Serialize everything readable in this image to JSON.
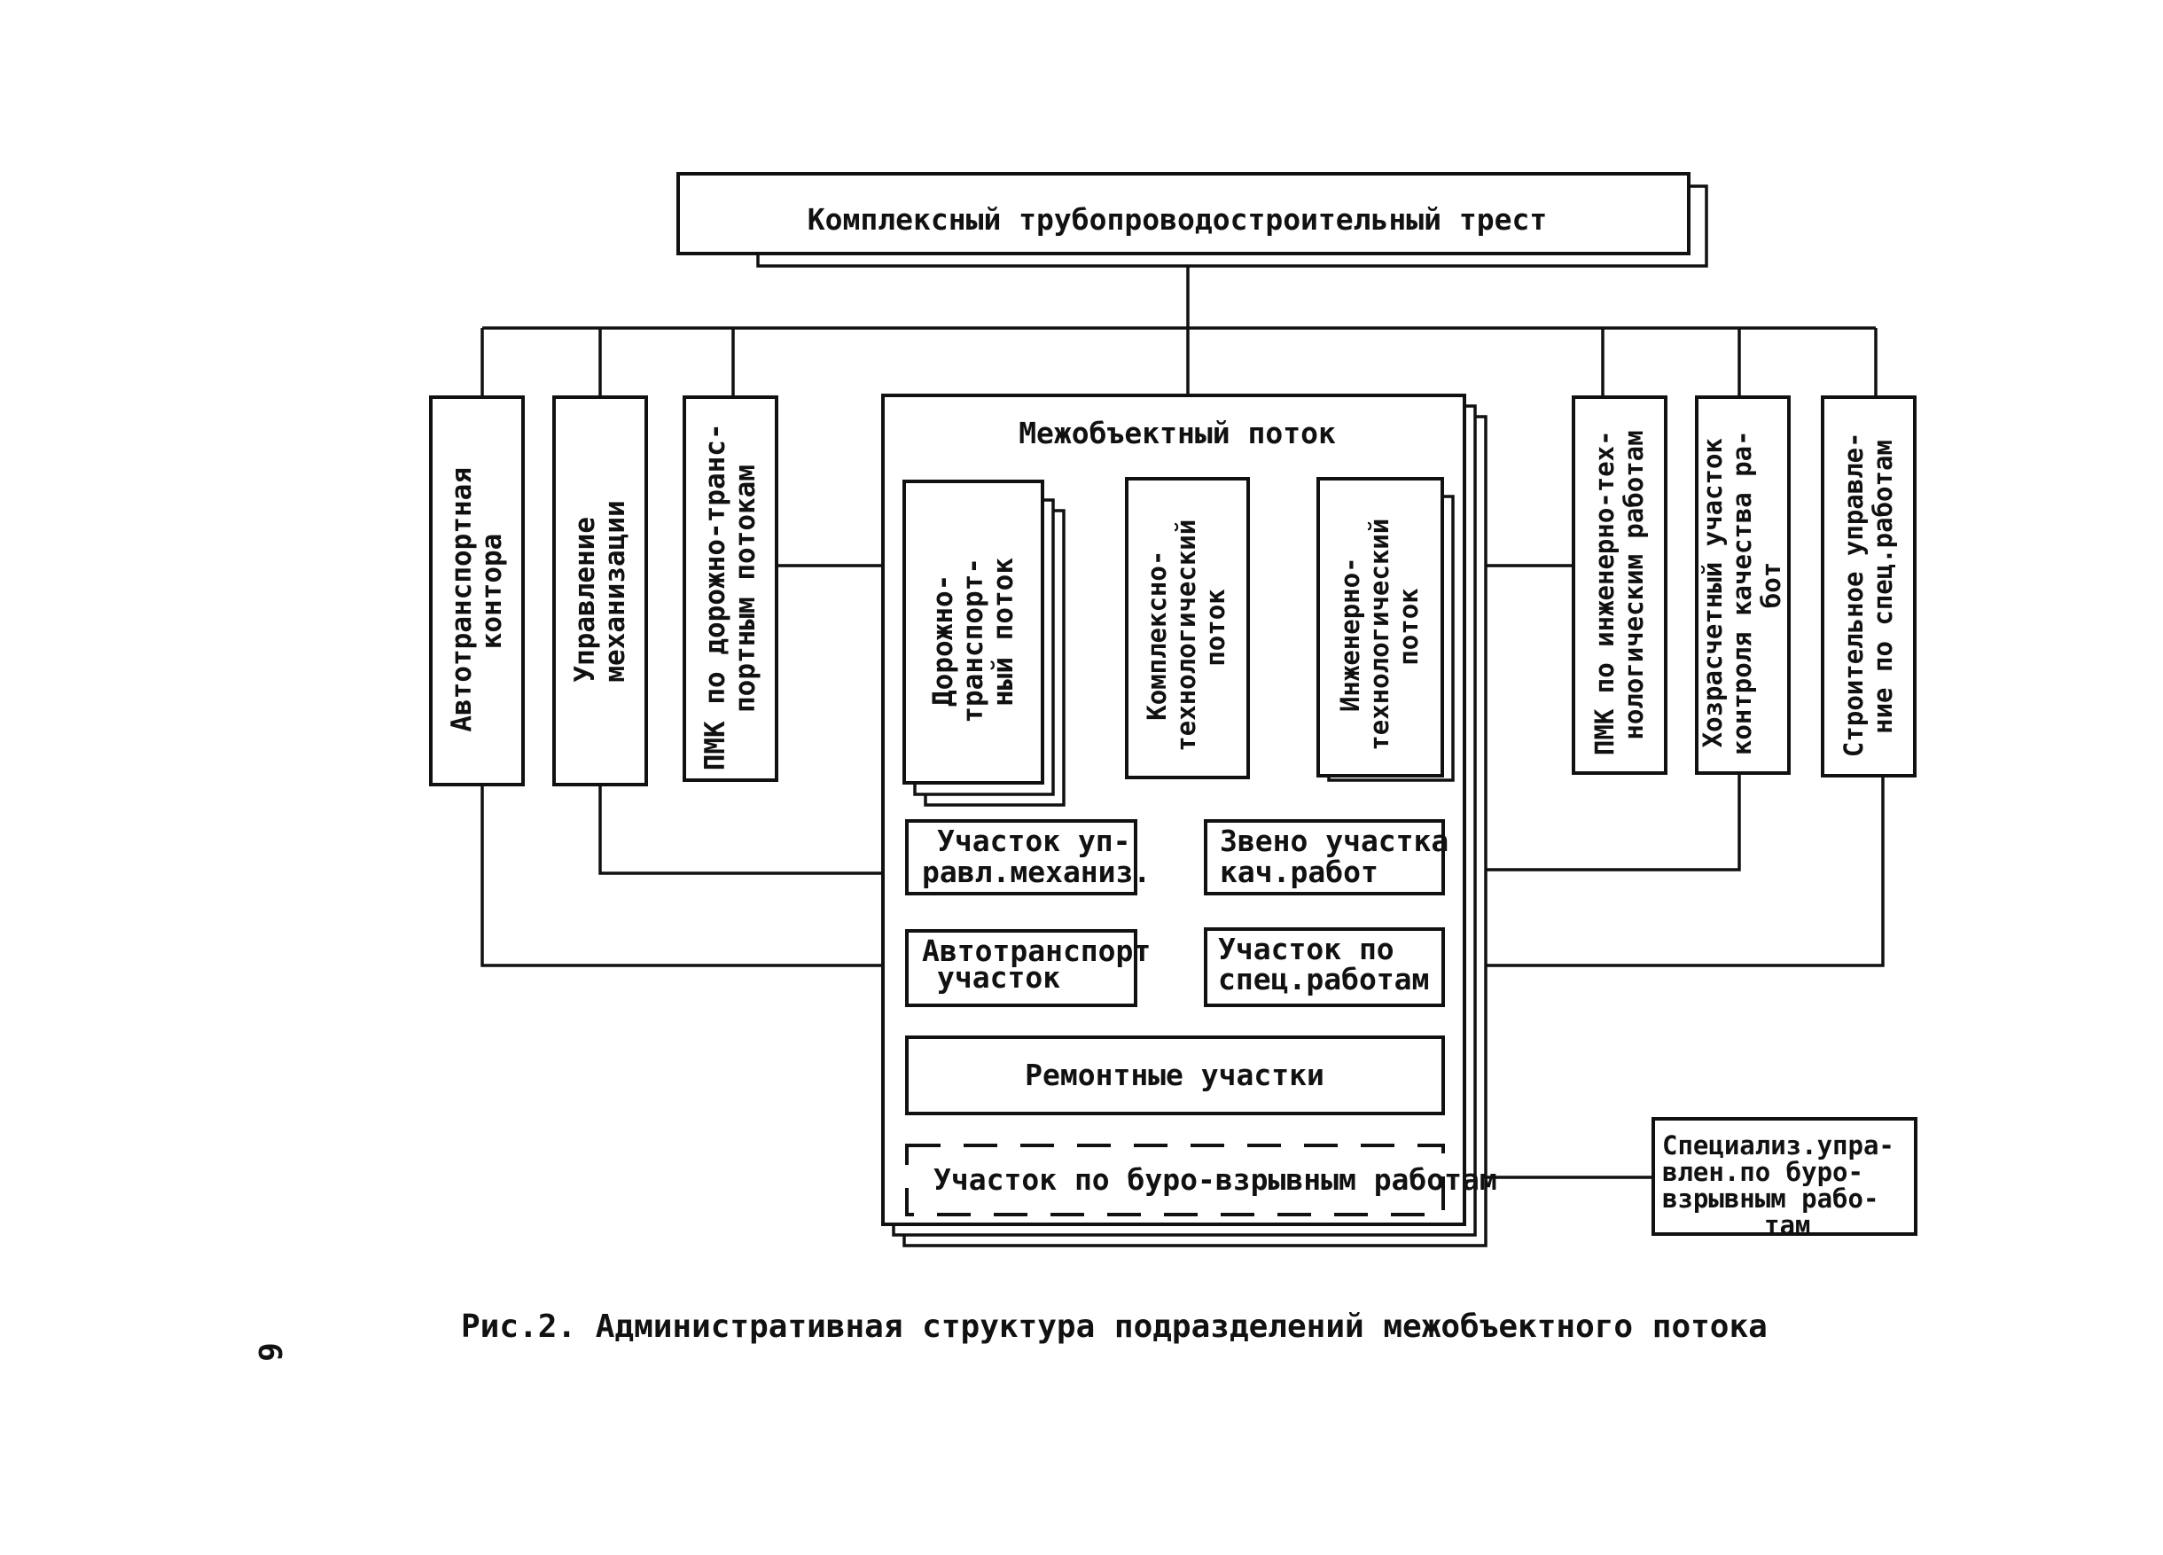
{
  "trust": {
    "title": "Комплексный трубопроводостроительный трест"
  },
  "left_units": [
    {
      "label_lines": [
        "Автотранспортная",
        "контора"
      ]
    },
    {
      "label_lines": [
        "Управление",
        "механизации"
      ]
    },
    {
      "label_lines": [
        "ПМК по дорожно-транс-",
        "портным потокам"
      ]
    }
  ],
  "right_units": [
    {
      "label_lines": [
        "ПМК по инженерно-тех-",
        "нологическим работам"
      ]
    },
    {
      "label_lines": [
        "Хозрасчетный участок",
        "контроля качества ра-",
        "бот"
      ]
    },
    {
      "label_lines": [
        "Строительное управле-",
        "ние по спец.работам"
      ]
    }
  ],
  "flow": {
    "title": "Межобъектный поток",
    "streams": [
      {
        "label_lines": [
          "Дорожно-",
          "транспорт-",
          "ный поток"
        ]
      },
      {
        "label_lines": [
          "Комплексно-",
          "технологический",
          "поток"
        ]
      },
      {
        "label_lines": [
          "Инженерно-",
          "технологический",
          "поток"
        ]
      }
    ],
    "sections": {
      "mech_section": [
        "Участок уп-",
        "равл.механиз."
      ],
      "quality_link": [
        "Звено участка",
        "кач.работ"
      ],
      "auto_section": [
        "Автотранспорт",
        "участок"
      ],
      "special_section": [
        "Участок по",
        "спец.работам"
      ],
      "repair": "Ремонтные участки",
      "blasting": "Участок по буро-взрывным работам"
    }
  },
  "external": {
    "label_lines": [
      "Специализ.упра-",
      "влен.по буро-",
      "взрывным рабо-",
      "там"
    ]
  },
  "caption": "Рис.2. Административная структура подразделений межобъектного потока",
  "page_number": "9"
}
